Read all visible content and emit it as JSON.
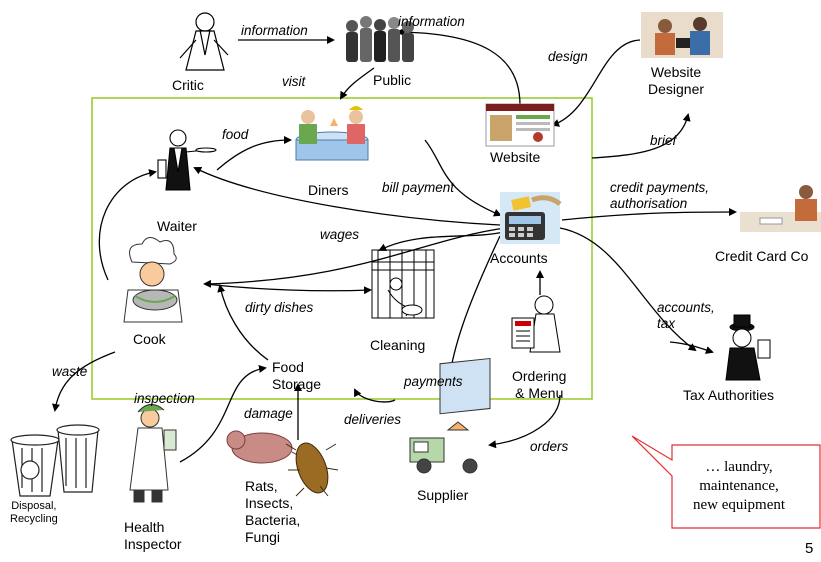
{
  "nodes": {
    "critic": "Critic",
    "public": "Public",
    "website": "Website",
    "website_designer": [
      "Website",
      "Designer"
    ],
    "diners": "Diners",
    "waiter": "Waiter",
    "accounts": "Accounts",
    "credit_card_co": "Credit Card Co",
    "cook": "Cook",
    "cleaning": "Cleaning",
    "food_storage": [
      "Food",
      "Storage"
    ],
    "ordering_menu": [
      "Ordering",
      "& Menu"
    ],
    "tax_authorities": "Tax Authorities",
    "disposal": [
      "Disposal,",
      "Recycling"
    ],
    "health_inspector": [
      "Health",
      "Inspector"
    ],
    "pests": [
      "Rats,",
      "Insects,",
      "Bacteria,",
      "Fungi"
    ],
    "supplier": "Supplier"
  },
  "edges": {
    "information_critic": "information",
    "information_public": "information",
    "visit": "visit",
    "design": "design",
    "food": "food",
    "brief": "brief",
    "bill_payment": "bill payment",
    "credit_payments": [
      "credit payments,",
      "authorisation"
    ],
    "wages": "wages",
    "dirty_dishes": "dirty dishes",
    "accounts_tax": [
      "accounts,",
      "tax"
    ],
    "waste": "waste",
    "payments": "payments",
    "inspection": "inspection",
    "damage": "damage",
    "deliveries": "deliveries",
    "orders": "orders"
  },
  "callout": [
    "… laundry,",
    "maintenance,",
    "new equipment"
  ],
  "page_number": "5",
  "colors": {
    "boundary": "#9acd32",
    "callout_border": "#e03030",
    "line": "#000000"
  },
  "icons": [
    "critic-icon",
    "public-icon",
    "website-icon",
    "designer-icon",
    "diners-icon",
    "waiter-icon",
    "accounts-icon",
    "credit-card-co-icon",
    "cook-icon",
    "cleaning-icon",
    "ordering-icon",
    "tax-icon",
    "bins-icon",
    "inspector-icon",
    "rat-icon",
    "beetle-icon",
    "truck-icon"
  ]
}
